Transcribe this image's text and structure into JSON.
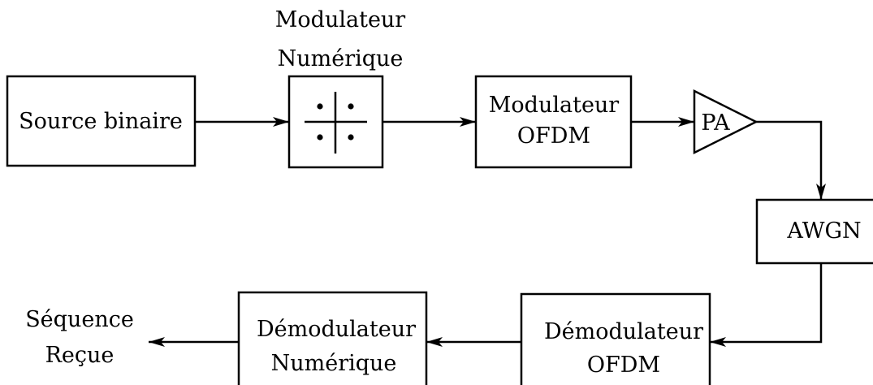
{
  "diagram": {
    "source": {
      "label": "Source binaire"
    },
    "digital_modulator": {
      "caption_line1": "Modulateur",
      "caption_line2": "Numérique"
    },
    "ofdm_modulator": {
      "line1": "Modulateur",
      "line2": "OFDM"
    },
    "amplifier": {
      "label": "PA"
    },
    "channel": {
      "label": "AWGN"
    },
    "ofdm_demodulator": {
      "line1": "Démodulateur",
      "line2": "OFDM"
    },
    "digital_demodulator": {
      "line1": "Démodulateur",
      "line2": "Numérique"
    },
    "output": {
      "line1": "Séquence",
      "line2": "Reçue"
    }
  }
}
